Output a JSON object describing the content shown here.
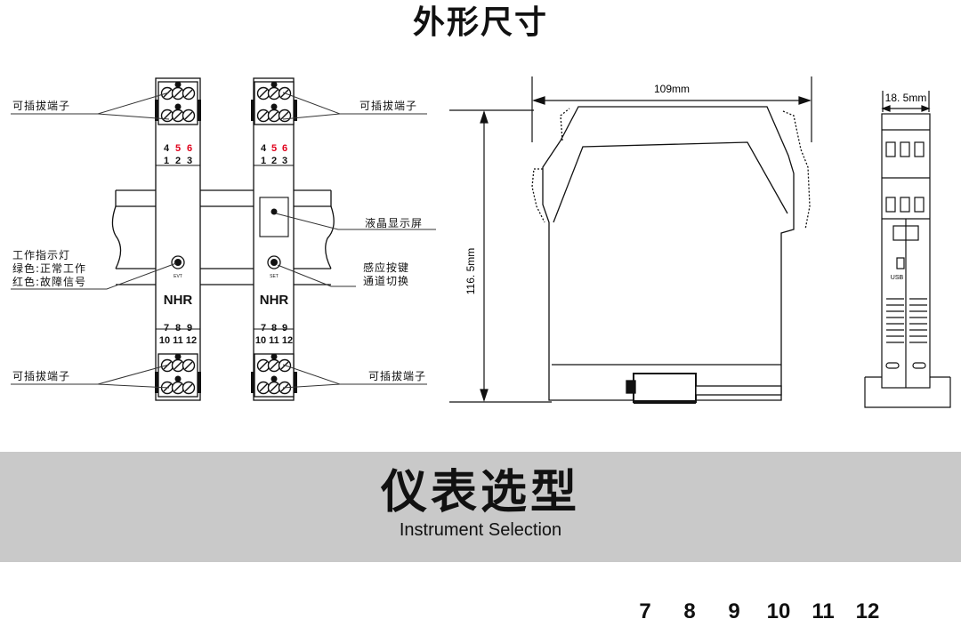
{
  "header": {
    "title": "外形尺寸"
  },
  "callouts": {
    "plug_terminal": "可插拔端子",
    "lcd_screen": "液晶显示屏",
    "indicator_line1": "工作指示灯",
    "indicator_line2": "绿色:正常工作",
    "indicator_line3": "红色:故障信号",
    "key_line1": "感应按键",
    "key_line2": "通道切换"
  },
  "modules": {
    "brand": "NHR",
    "top_row_upper": [
      "4",
      "5",
      "6"
    ],
    "top_row_lower": [
      "1",
      "2",
      "3"
    ],
    "bottom_row_upper": [
      "7",
      "8",
      "9"
    ],
    "bottom_row_lower": [
      "10",
      "11",
      "12"
    ],
    "left_led_label": "EVT",
    "right_led_label": "SET",
    "usb_label": "USB"
  },
  "dimensions": {
    "width": "109mm",
    "height": "116. 5mm",
    "depth": "18. 5mm"
  },
  "selection": {
    "title": "仪表选型",
    "subtitle": "Instrument Selection"
  },
  "terminal_numbers": [
    "7",
    "8",
    "9",
    "10",
    "11",
    "12"
  ],
  "colors": {
    "band": "#c9c9c9",
    "highlight_terminals": "#e0001b",
    "lines": "#111111"
  }
}
